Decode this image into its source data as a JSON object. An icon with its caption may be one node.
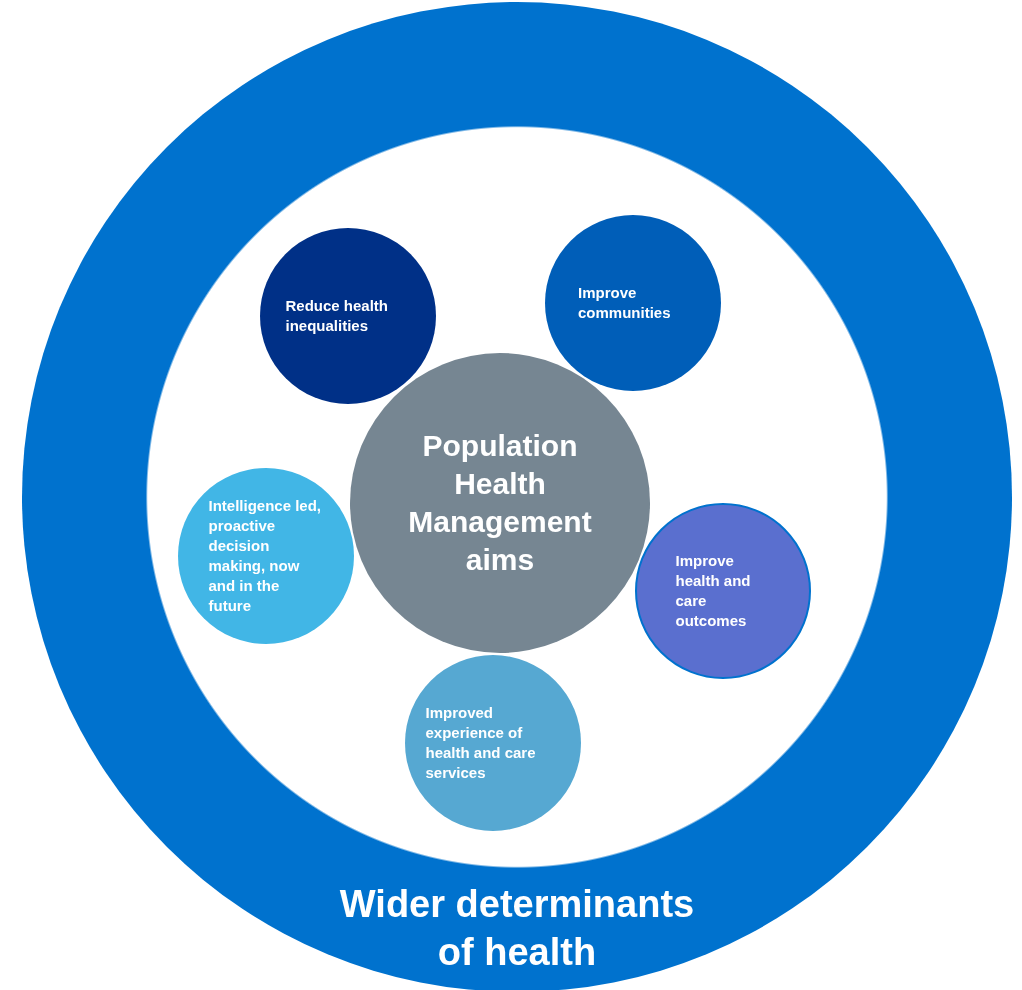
{
  "diagram": {
    "nodes": [
      {
        "text": [
          "Wider determinants of health"
        ]
      },
      {
        "text": [
          "Reduce health inequalities"
        ],
        "in": 0
      },
      {
        "text": [
          "Improve communities"
        ],
        "in": 0
      },
      {
        "text": [
          "Population Health Management aims"
        ],
        "in": 0
      },
      {
        "text": [
          "Intelligence led, proactive decision making, now and in the future"
        ],
        "in": 0
      },
      {
        "text": [
          "Improve health and care outcomes"
        ],
        "in": 0
      },
      {
        "text": [
          "Improved experience of health and care services"
        ],
        "in": 0
      }
    ]
  }
}
